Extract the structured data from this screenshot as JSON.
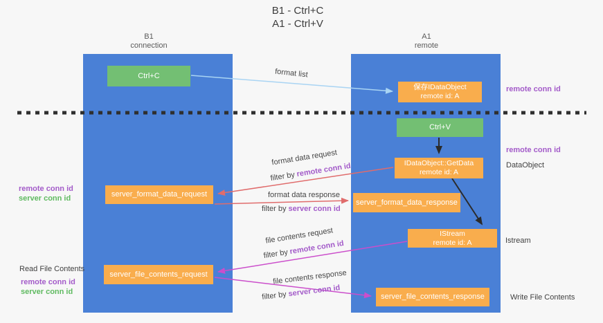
{
  "title": {
    "line1": "B1 - Ctrl+C",
    "line2": "A1 - Ctrl+V"
  },
  "lanes": {
    "left": {
      "name": "B1",
      "subtitle": "connection"
    },
    "right": {
      "name": "A1",
      "subtitle": "remote"
    }
  },
  "nodes": {
    "ctrl_c": {
      "label": "Ctrl+C"
    },
    "ctrl_v": {
      "label": "Ctrl+V"
    },
    "save_idataobject": {
      "line1": "保存IDataObject",
      "line2": "remote id: A"
    },
    "getdata": {
      "line1": "IDataObject::GetData",
      "line2": "remote id: A"
    },
    "istream": {
      "line1": "IStream",
      "line2": "remote id: A"
    },
    "server_format_data_request": {
      "label": "server_format_data_request"
    },
    "server_format_data_response": {
      "label": "server_format_data_response"
    },
    "server_file_contents_request": {
      "label": "server_file_contents_request"
    },
    "server_file_contents_response": {
      "label": "server_file_contents_response"
    }
  },
  "edge_labels": {
    "format_list": "format list",
    "format_data_request": "format data request",
    "format_data_response": "format data response",
    "file_contents_request": "file contents request",
    "file_contents_response": "file contents response",
    "filter_by": "filter by",
    "remote_conn_id": "remote conn id",
    "server_conn_id": "server conn id"
  },
  "side_labels": {
    "remote_conn_id": "remote conn id",
    "server_conn_id": "server conn id",
    "dataobject": "DataObject",
    "istream": "Istream",
    "read_file_contents": "Read File Contents",
    "write_file_contents": "Write File Contents"
  },
  "colors": {
    "lane_blue": "#4a80d6",
    "node_orange": "#f9ad4d",
    "node_green": "#73bf73",
    "arrow_light_blue": "#a9d4f3",
    "arrow_red": "#e06c6c",
    "arrow_magenta": "#cb4ecb",
    "arrow_black": "#2b2b2b",
    "text_purple": "#a35bc9",
    "text_green": "#5fba60",
    "background": "#f7f7f7"
  }
}
